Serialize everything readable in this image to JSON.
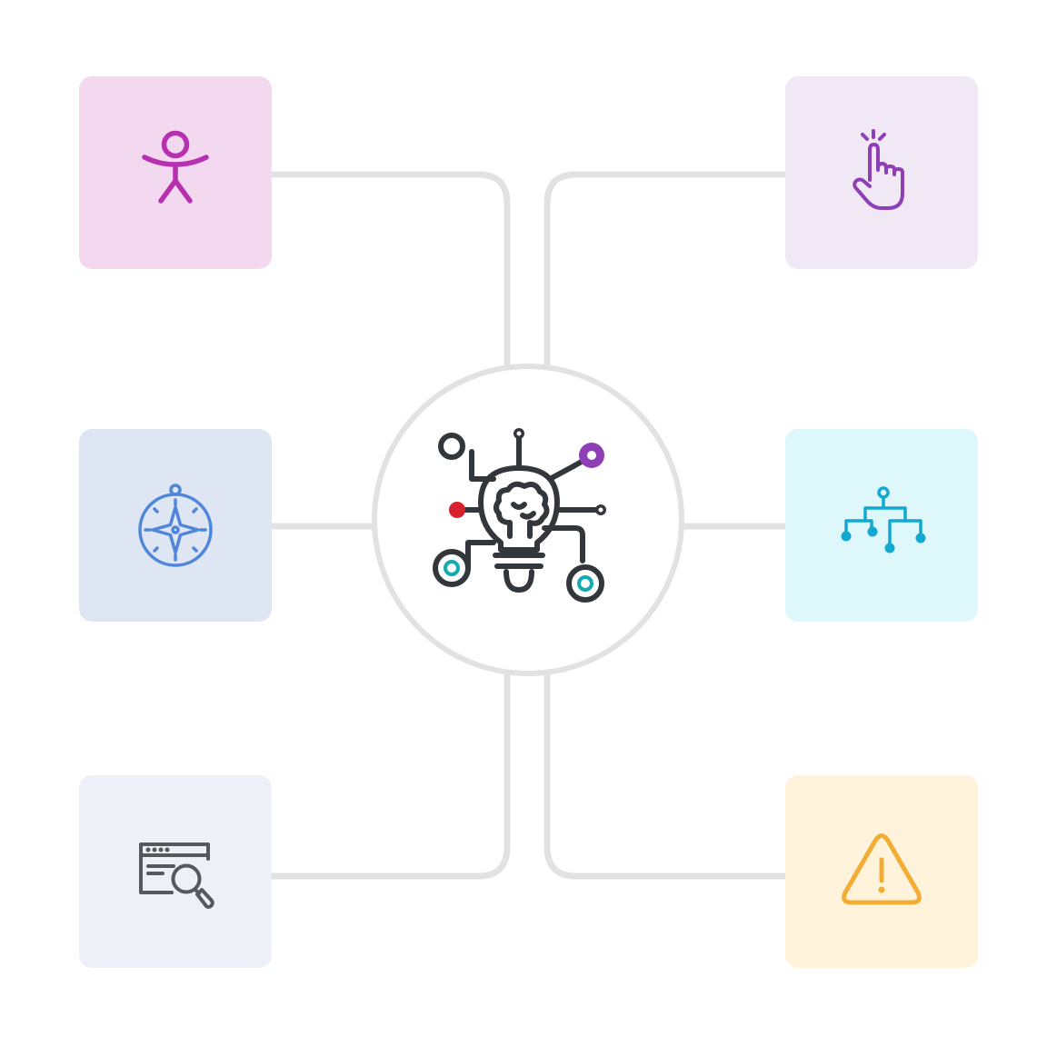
{
  "colors": {
    "connector": "#e2e2e2",
    "hub_border": "#e2e2e2",
    "hub_icon_stroke": "#33363b",
    "accent_purple": "#8e3fb5",
    "accent_red": "#d7222e",
    "accent_teal": "#14a9b5"
  },
  "hub": {
    "icon": "lightbulb-brain-circuit-icon"
  },
  "nodes": [
    {
      "id": "tl",
      "icon": "accessibility-person-icon",
      "bg": "#f3d9ef",
      "color": "#b630b0"
    },
    {
      "id": "tr",
      "icon": "pointer-tap-hand-icon",
      "bg": "#f1e8f5",
      "color": "#8e3fb5"
    },
    {
      "id": "ml",
      "icon": "compass-icon",
      "bg": "#dfe6f3",
      "color": "#4f86d9"
    },
    {
      "id": "mr",
      "icon": "sitemap-hierarchy-icon",
      "bg": "#def7fb",
      "color": "#12a8cf"
    },
    {
      "id": "bl",
      "icon": "browser-search-icon",
      "bg": "#edf0f6",
      "color": "#55585d"
    },
    {
      "id": "br",
      "icon": "warning-triangle-icon",
      "bg": "#fff3dc",
      "color": "#f4ad34"
    }
  ]
}
